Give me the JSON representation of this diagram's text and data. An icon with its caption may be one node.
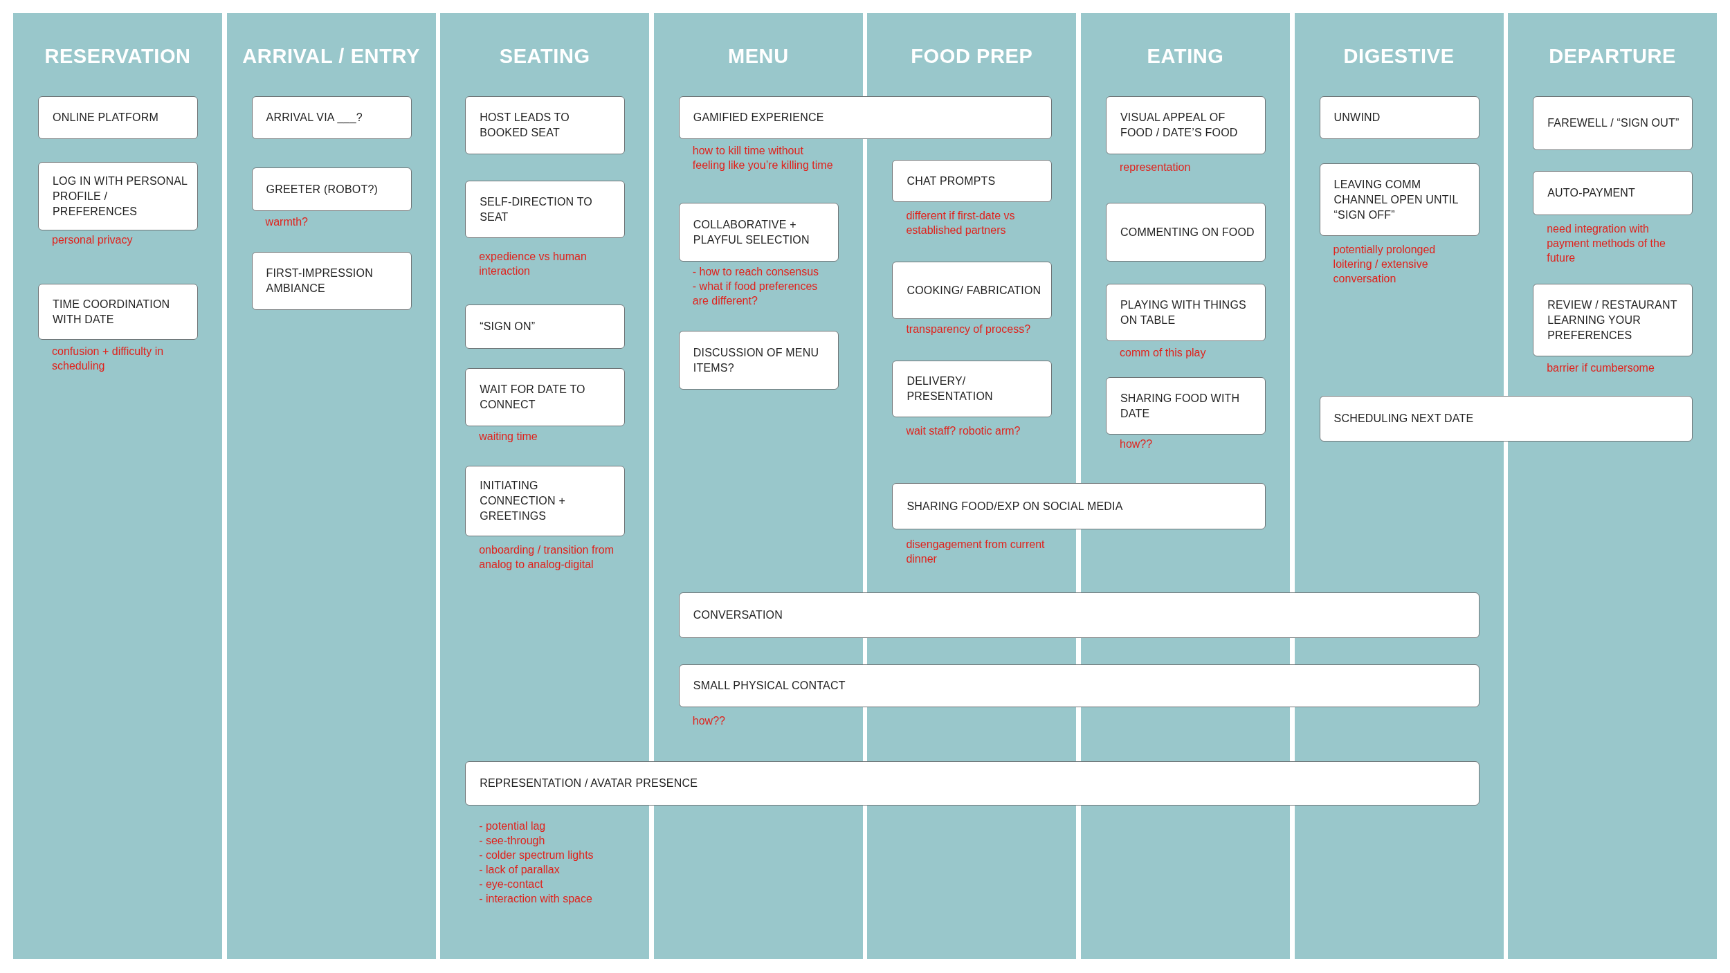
{
  "diagram": {
    "nodes": [
      {
        "text": [
          "RESERVATION"
        ]
      },
      {
        "text": [
          "ARRIVAL / ENTRY"
        ]
      },
      {
        "text": [
          "SEATING"
        ]
      },
      {
        "text": [
          "MENU"
        ]
      },
      {
        "text": [
          "FOOD PREP"
        ]
      },
      {
        "text": [
          "EATING"
        ]
      },
      {
        "text": [
          "DIGESTIVE"
        ]
      },
      {
        "text": [
          "DEPARTURE"
        ]
      },
      {
        "text": [
          "ONLINE PLATFORM"
        ],
        "in": 0
      },
      {
        "text": [
          "LOG IN WITH PERSONAL PROFILE / PREFERENCES"
        ],
        "in": 0,
        "beside": [
          "personal privacy"
        ]
      },
      {
        "text": [
          "TIME COORDINATION WITH DATE"
        ],
        "in": 0,
        "beside": [
          "confusion + difficulty in scheduling"
        ]
      },
      {
        "text": [
          "ARRIVAL VIA ___?"
        ],
        "in": 1
      },
      {
        "text": [
          "GREETER (ROBOT?)"
        ],
        "in": 1,
        "beside": [
          "warmth?"
        ]
      },
      {
        "text": [
          "FIRST-IMPRESSION AMBIANCE"
        ],
        "in": 1
      },
      {
        "text": [
          "HOST LEADS TO BOOKED SEAT"
        ],
        "in": 2
      },
      {
        "text": [
          "SELF-DIRECTION TO SEAT"
        ],
        "in": 2,
        "beside": [
          "expedience vs human interaction"
        ]
      },
      {
        "text": [
          "“SIGN ON”"
        ],
        "in": 2
      },
      {
        "text": [
          "WAIT FOR DATE TO CONNECT"
        ],
        "in": 2,
        "beside": [
          "waiting time"
        ]
      },
      {
        "text": [
          "INITIATING CONNECTION + GREETINGS"
        ],
        "in": 2,
        "beside": [
          "onboarding / transition from analog to analog-digital"
        ]
      },
      {
        "text": [
          "REPRESENTATION / AVATAR PRESENCE"
        ],
        "beside": [
          "- potential lag",
          "- see-through",
          "- colder spectrum lights",
          "- lack of parallax",
          "- eye-contact",
          "- interaction with space"
        ]
      },
      {
        "text": [
          "GAMIFIED EXPERIENCE"
        ],
        "beside": [
          "how to kill time without feeling like you’re killing time"
        ]
      },
      {
        "text": [
          "COLLABORATIVE + PLAYFUL SELECTION"
        ],
        "in": 3,
        "beside": [
          "- how to reach consensus",
          "- what if food preferences are different?"
        ]
      },
      {
        "text": [
          "DISCUSSION OF MENU ITEMS?"
        ],
        "in": 3
      },
      {
        "text": [
          "CONVERSATION"
        ]
      },
      {
        "text": [
          "SMALL PHYSICAL CONTACT"
        ],
        "beside": [
          "how??"
        ]
      },
      {
        "text": [
          "CHAT PROMPTS"
        ],
        "in": 4,
        "beside": [
          "different if first-date vs established partners"
        ]
      },
      {
        "text": [
          "COOKING/ FABRICATION"
        ],
        "in": 4,
        "beside": [
          "transparency of process?"
        ]
      },
      {
        "text": [
          "DELIVERY/ PRESENTATION"
        ],
        "in": 4,
        "beside": [
          "wait staff? robotic arm?"
        ]
      },
      {
        "text": [
          "SHARING FOOD/EXP ON SOCIAL MEDIA"
        ],
        "beside": [
          "disengagement from current dinner"
        ]
      },
      {
        "text": [
          "VISUAL APPEAL OF FOOD / DATE’S FOOD"
        ],
        "in": 5,
        "beside": [
          "representation"
        ]
      },
      {
        "text": [
          "COMMENTING ON FOOD"
        ],
        "in": 5
      },
      {
        "text": [
          "PLAYING WITH THINGS ON TABLE"
        ],
        "in": 5,
        "beside": [
          "comm of this play"
        ]
      },
      {
        "text": [
          "SHARING FOOD WITH DATE"
        ],
        "in": 5,
        "beside": [
          "how??"
        ]
      },
      {
        "text": [
          "UNWIND"
        ],
        "in": 6
      },
      {
        "text": [
          "LEAVING COMM CHANNEL OPEN UNTIL “SIGN OFF”"
        ],
        "in": 6,
        "beside": [
          "potentially prolonged loitering / extensive conversation"
        ]
      },
      {
        "text": [
          "SCHEDULING NEXT DATE"
        ]
      },
      {
        "text": [
          "FAREWELL / “SIGN OUT”"
        ],
        "in": 7
      },
      {
        "text": [
          "AUTO-PAYMENT"
        ],
        "in": 7,
        "beside": [
          "need integration with payment methods of the future"
        ]
      },
      {
        "text": [
          "REVIEW / RESTAURANT LEARNING YOUR PREFERENCES"
        ],
        "in": 7,
        "beside": [
          "barrier if cumbersome"
        ]
      }
    ]
  }
}
